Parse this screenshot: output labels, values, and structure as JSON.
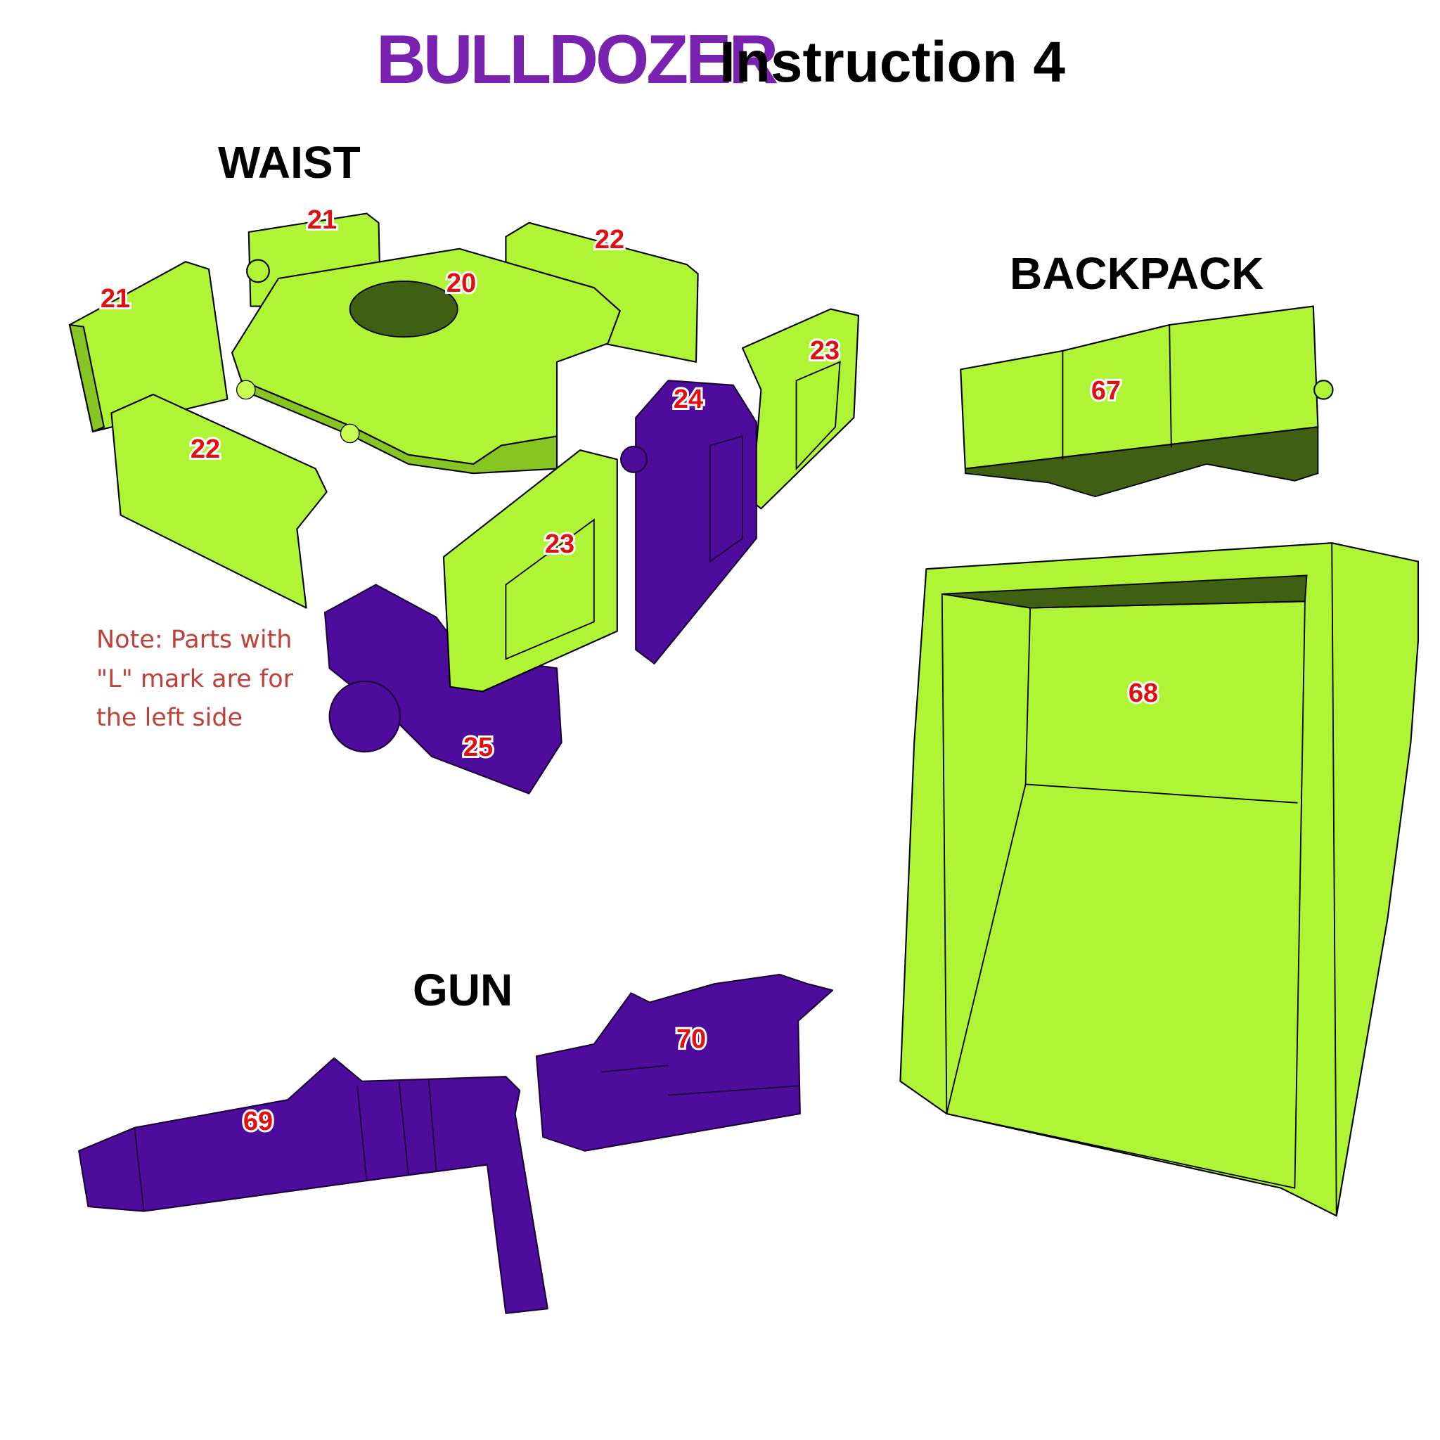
{
  "title": {
    "brand": "BULLDOZER",
    "subtitle": "Instruction 4"
  },
  "sections": {
    "waist": "WAIST",
    "backpack": "BACKPACK",
    "gun": "GUN"
  },
  "note": {
    "lines": [
      "Note: Parts with",
      "\"L\" mark are for",
      "the left side"
    ]
  },
  "parts": {
    "p21a": "21",
    "p21b": "21",
    "p20": "20",
    "p22a": "22",
    "p22b": "22",
    "p23a": "23",
    "p24": "24",
    "p23b": "23",
    "p25": "25",
    "p67": "67",
    "p68": "68",
    "p69": "69",
    "p70": "70"
  },
  "colors": {
    "green_part": "#b0f535",
    "purple_part": "#4e0c9c",
    "brand": "#7a22b0",
    "label": "#e01010",
    "note": "#c0403a"
  }
}
